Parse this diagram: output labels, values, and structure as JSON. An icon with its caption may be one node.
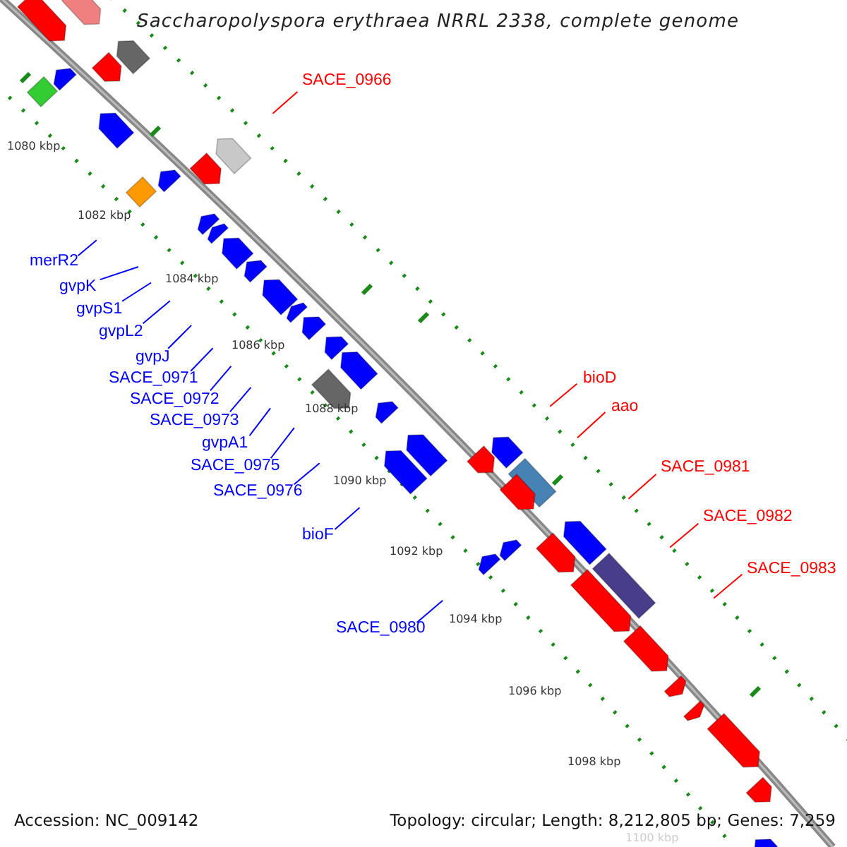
{
  "diagram": {
    "title": "Saccharopolyspora erythraea NRRL 2338, complete genome",
    "nodes": [
      {
        "text": [
          "SACE_0966"
        ]
      },
      {
        "text": [
          "merR2"
        ]
      },
      {
        "text": [
          "gvpK"
        ]
      },
      {
        "text": [
          "gvpS1"
        ]
      },
      {
        "text": [
          "gvpL2"
        ]
      },
      {
        "text": [
          "gvpJ"
        ]
      },
      {
        "text": [
          "SACE_0971"
        ]
      },
      {
        "text": [
          "bioD"
        ]
      },
      {
        "text": [
          "SACE_0972"
        ]
      },
      {
        "text": [
          "aao"
        ]
      },
      {
        "text": [
          "SACE_0973"
        ]
      },
      {
        "text": [
          "gvpA1"
        ]
      },
      {
        "text": [
          "SACE_0975"
        ]
      },
      {
        "text": [
          "SACE_0981"
        ]
      },
      {
        "text": [
          "SACE_0976"
        ]
      },
      {
        "text": [
          "SACE_0982"
        ]
      },
      {
        "text": [
          "bioF"
        ]
      },
      {
        "text": [
          "SACE_0983"
        ]
      },
      {
        "text": [
          "SACE_0980"
        ]
      }
    ],
    "edges": [
      {
        "from": 0,
        "to": null,
        "arrow": "none",
        "color": "#ff0000"
      },
      {
        "from": 1,
        "to": null,
        "arrow": "none"
      },
      {
        "from": 2,
        "to": null,
        "arrow": "none"
      },
      {
        "from": 3,
        "to": null,
        "arrow": "none"
      },
      {
        "from": 4,
        "to": null,
        "arrow": "none"
      },
      {
        "from": 5,
        "to": null,
        "arrow": "none"
      },
      {
        "from": 6,
        "to": null,
        "arrow": "none"
      },
      {
        "from": 7,
        "to": null,
        "arrow": "none",
        "color": "#ff0000"
      },
      {
        "from": 8,
        "to": null,
        "arrow": "none"
      },
      {
        "from": 9,
        "to": null,
        "arrow": "none",
        "color": "#ff0000"
      },
      {
        "from": 10,
        "to": null,
        "arrow": "none"
      },
      {
        "from": 11,
        "to": null,
        "arrow": "none"
      },
      {
        "from": 12,
        "to": null,
        "arrow": "none"
      },
      {
        "from": 13,
        "to": null,
        "arrow": "none",
        "color": "#ff0000"
      },
      {
        "from": 14,
        "to": null,
        "arrow": "none"
      },
      {
        "from": 15,
        "to": null,
        "arrow": "none",
        "color": "#ff0000"
      },
      {
        "from": 16,
        "to": null,
        "arrow": "none"
      },
      {
        "from": 17,
        "to": null,
        "arrow": "none",
        "color": "#ff0000"
      },
      {
        "from": 18,
        "to": null,
        "arrow": "none"
      }
    ],
    "labels": [
      "1080 kbp",
      "1082 kbp",
      "1084 kbp",
      "1086 kbp",
      "1088 kbp",
      "1090 kbp",
      "1092 kbp",
      "1094 kbp",
      "1096 kbp",
      "1098 kbp",
      "1100 kbp",
      "Accession: NC_009142",
      "Topology: circular; Length: 8,212,805 bp; Genes: 7,259"
    ]
  }
}
